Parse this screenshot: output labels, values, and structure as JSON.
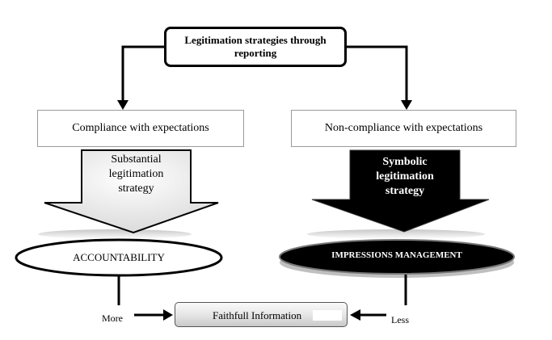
{
  "title": "Legitimation strategies through reporting",
  "left_box": "Compliance with expectations",
  "right_box": "Non-compliance with expectations",
  "left_arrow": [
    "Substantial",
    "legitimation",
    "strategy"
  ],
  "right_arrow": [
    "Symbolic",
    "legitimation",
    "strategy"
  ],
  "left_ellipse": "ACCOUNTABILITY",
  "right_ellipse": "IMPRESSIONS MANAGEMENT",
  "bottom_box": "Faithfull Information",
  "more_label": "More",
  "less_label": "Less"
}
